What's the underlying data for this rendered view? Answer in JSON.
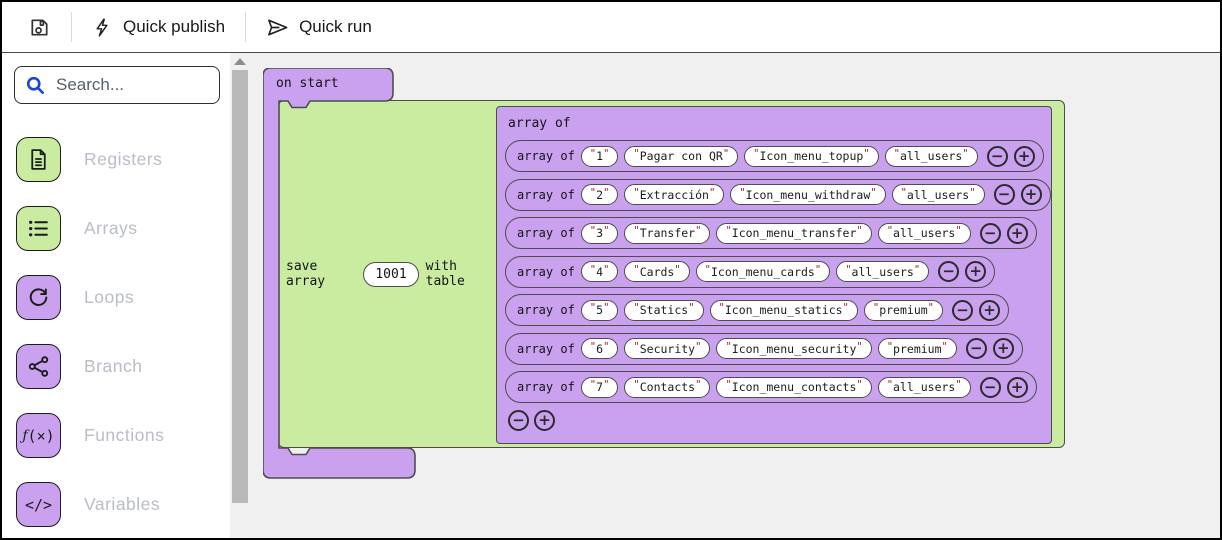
{
  "toolbar": {
    "save_icon": "save-icon",
    "quick_publish": "Quick publish",
    "quick_publish_icon": "lightning-icon",
    "quick_run": "Quick run",
    "quick_run_icon": "send-icon"
  },
  "sidebar": {
    "search_placeholder": "Search...",
    "search_icon": "search-icon",
    "items": [
      {
        "label": "Registers",
        "icon": "document-icon",
        "color": "#c9eca1"
      },
      {
        "label": "Arrays",
        "icon": "list-icon",
        "color": "#c9eca1"
      },
      {
        "label": "Loops",
        "icon": "loop-icon",
        "color": "#c9a1ef"
      },
      {
        "label": "Branch",
        "icon": "branch-icon",
        "color": "#c9a1ef"
      },
      {
        "label": "Functions",
        "icon": "function-icon",
        "color": "#c9a1ef"
      },
      {
        "label": "Variables",
        "icon": "code-icon",
        "color": "#c9a1ef"
      }
    ]
  },
  "canvas": {
    "on_start_label": "on start",
    "save_block": {
      "prefix": "save array",
      "value": "1001",
      "suffix": "with table"
    },
    "array_block": {
      "label": "array of",
      "row_label": "array of",
      "remove_symbol": "−",
      "add_symbol": "+",
      "rows": [
        {
          "values": [
            "1",
            "Pagar con QR",
            "Icon_menu_topup",
            "all_users"
          ]
        },
        {
          "values": [
            "2",
            "Extracción",
            "Icon_menu_withdraw",
            "all_users"
          ]
        },
        {
          "values": [
            "3",
            "Transfer",
            "Icon_menu_transfer",
            "all_users"
          ]
        },
        {
          "values": [
            "4",
            "Cards",
            "Icon_menu_cards",
            "all_users"
          ]
        },
        {
          "values": [
            "5",
            "Statics",
            "Icon_menu_statics",
            "premium"
          ]
        },
        {
          "values": [
            "6",
            "Security",
            "Icon_menu_security",
            "premium"
          ]
        },
        {
          "values": [
            "7",
            "Contacts",
            "Icon_menu_contacts",
            "all_users"
          ]
        }
      ]
    }
  },
  "colors": {
    "block_purple": "#c9a1ef",
    "block_green": "#c9eca1",
    "search_blue": "#1946d2",
    "quote_red": "#9a2626",
    "sidebar_label_gray": "#b9bdc6"
  }
}
